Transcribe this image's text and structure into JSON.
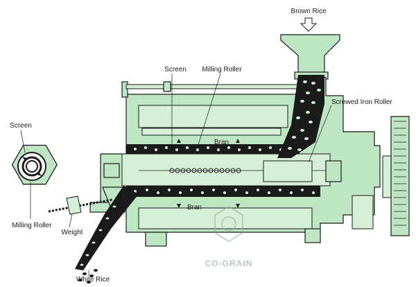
{
  "labels": {
    "brown_rice": "Brown Rice",
    "screen_top": "Screen",
    "milling_roller_top": "Milling Roller",
    "screwed_iron_roller": "Screwed Iron Roller",
    "bran_top": "Bran",
    "bran_bottom": "Bran",
    "screen_side": "Screen",
    "milling_roller_side": "Milling Roller",
    "weight": "Weight",
    "white_rice": "White Rice",
    "watermark": "CO-GRAIN"
  },
  "colors": {
    "machine_body": "#bfe6c3",
    "outline": "#1a1a1a",
    "grain": "#1a1a1a"
  }
}
